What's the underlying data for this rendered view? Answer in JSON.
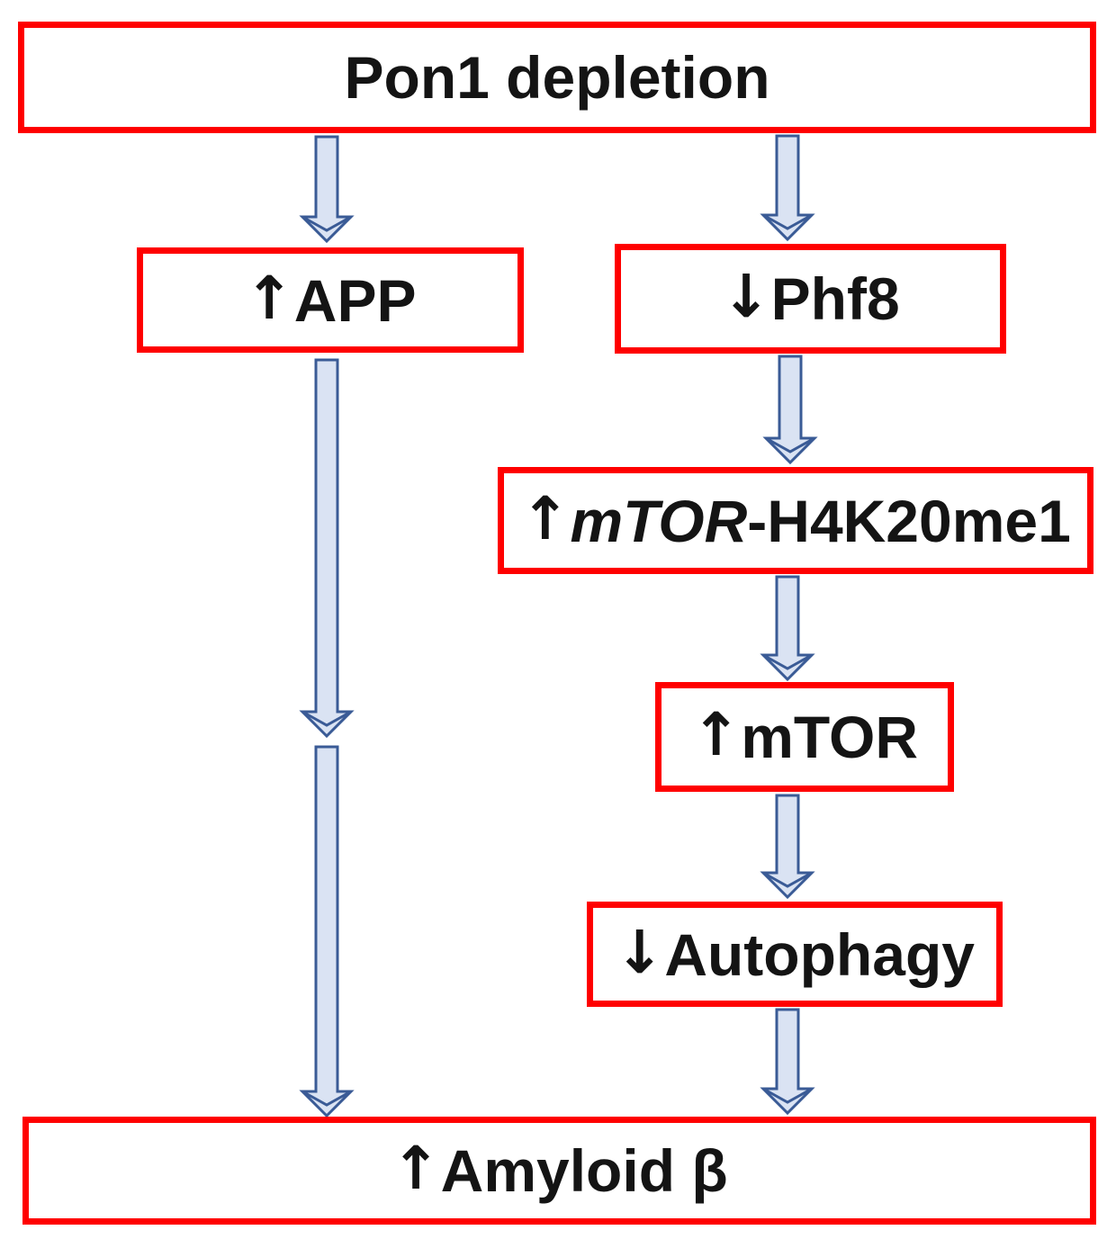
{
  "diagram": {
    "type": "flowchart",
    "nodes": {
      "pon1": {
        "parts": [
          {
            "t": "Pon1 depletion"
          }
        ]
      },
      "app": {
        "parts": [
          {
            "t": "↑",
            "k": "arrow-up"
          },
          {
            "t": "APP"
          }
        ]
      },
      "phf8": {
        "parts": [
          {
            "t": "↓",
            "k": "arrow-down"
          },
          {
            "t": "Phf8"
          }
        ]
      },
      "mtor_h4k20me1": {
        "parts": [
          {
            "t": "↑",
            "k": "arrow-up"
          },
          {
            "t": "mTOR",
            "k": "italic"
          },
          {
            "t": "-H4K20me1"
          }
        ]
      },
      "mtor": {
        "parts": [
          {
            "t": "↑",
            "k": "arrow-up"
          },
          {
            "t": "mTOR"
          }
        ]
      },
      "autophagy": {
        "parts": [
          {
            "t": "↓",
            "k": "arrow-down"
          },
          {
            "t": "Autophagy"
          }
        ]
      },
      "amyloid_beta": {
        "parts": [
          {
            "t": "↑",
            "k": "arrow-up"
          },
          {
            "t": "Amyloid β"
          }
        ]
      }
    },
    "edges": [
      {
        "from": "pon1",
        "to": "app"
      },
      {
        "from": "pon1",
        "to": "phf8"
      },
      {
        "from": "phf8",
        "to": "mtor_h4k20me1"
      },
      {
        "from": "mtor_h4k20me1",
        "to": "mtor"
      },
      {
        "from": "mtor",
        "to": "autophagy"
      },
      {
        "from": "autophagy",
        "to": "amyloid_beta"
      },
      {
        "from": "app",
        "to": "amyloid_beta"
      }
    ],
    "colors": {
      "box_border": "#ff0000",
      "box_background": "#ffffff",
      "label_text": "#141414",
      "arrow_fill": "#dae3f3",
      "arrow_outline": "#3a5b96",
      "background": "#ffffff"
    }
  }
}
